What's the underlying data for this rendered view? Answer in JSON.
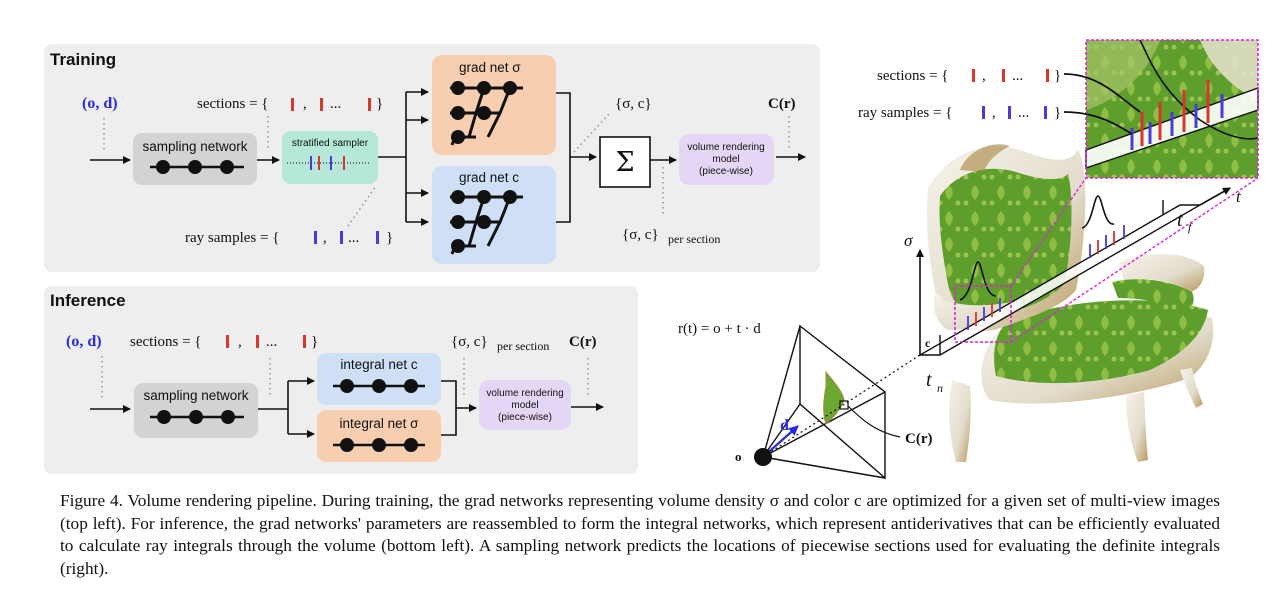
{
  "training": {
    "title": "Training",
    "origin_dir": "(o, d)",
    "sampling_network": "sampling network",
    "stratified_sampler": "stratified sampler",
    "sections_label": "sections = {",
    "sections_close": "}",
    "ray_samples_label": "ray samples = {",
    "ray_samples_close": "}",
    "ellipsis": "...",
    "grad_net_sigma": "grad net σ",
    "grad_net_c": "grad net c",
    "sigma_c": "{σ, c}",
    "sigma_c_per_section": "{σ, c}",
    "per_section_sub": "per section",
    "sum_symbol": "Σ",
    "volume_rendering": [
      "volume rendering",
      "model",
      "(piece-wise)"
    ],
    "output": "C(r)"
  },
  "inference": {
    "title": "Inference",
    "origin_dir": "(o, d)",
    "sections_label": "sections = {",
    "sections_close": "}",
    "ellipsis": "...",
    "sampling_network": "sampling network",
    "integral_net_c": "integral net c",
    "integral_net_sigma": "integral net σ",
    "sigma_c_per_section": "{σ, c}",
    "per_section_sub": "per section",
    "volume_rendering": [
      "volume rendering",
      "model",
      "(piece-wise)"
    ],
    "output": "C(r)"
  },
  "right": {
    "sections_label": "sections = {",
    "sections_close": "}",
    "ray_samples_label": "ray samples = {",
    "ray_samples_close": "}",
    "ellipsis": "...",
    "ray_eq": "r(t) = o + t · d",
    "t_axis": "t",
    "t_f": "t",
    "t_f_sub": "f",
    "t_n": "t",
    "t_n_sub": "n",
    "sigma_axis": "σ",
    "c_mark": "c",
    "d_label": "d",
    "o_label": "o",
    "pixel_label": "C(r)"
  },
  "colors": {
    "panel_bg": "#eeeeee",
    "sampling_box": "#d3d3d3",
    "stratified_box": "#b5e8d9",
    "grad_sigma_box": "#f7cfb0",
    "grad_c_box": "#cfe0f6",
    "volume_box": "#e4d6f5",
    "section_red": "#d7362c",
    "sample_blue": "#4a3ad8",
    "math_blue": "#2a2ae0",
    "magenta": "#e020e0",
    "chair_green": "#6aa832"
  },
  "caption": {
    "text": "Figure 4. Volume rendering pipeline. During training, the grad networks representing volume density σ and color c are optimized for a given set of multi-view images (top left). For inference, the grad networks' parameters are reassembled to form the integral networks, which represent antiderivatives that can be efficiently evaluated to calculate ray integrals through the volume (bottom left). A sampling network predicts the locations of piecewise sections used for evaluating the definite integrals (right)."
  }
}
